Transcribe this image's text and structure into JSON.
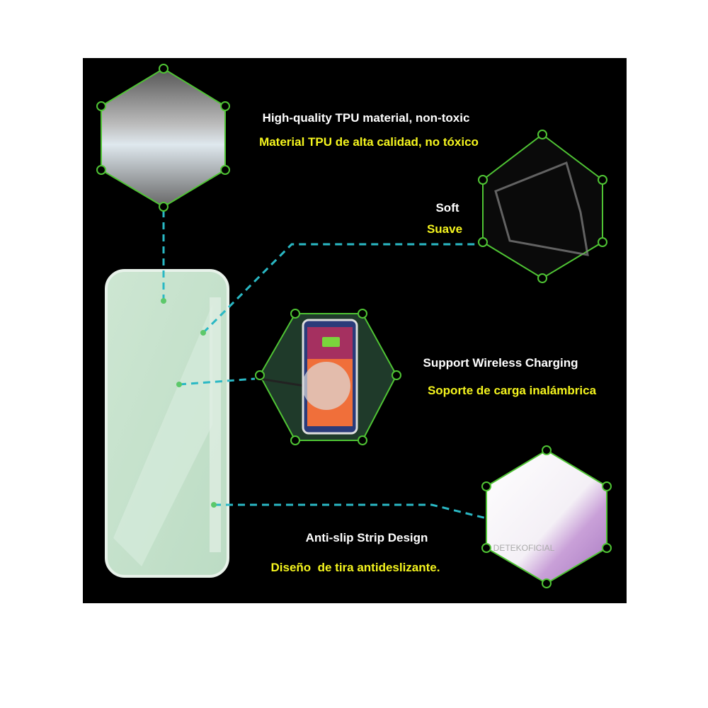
{
  "features": [
    {
      "en": "High-quality TPU material, non-toxic",
      "es": "Material TPU de alta calidad, no tóxico"
    },
    {
      "en": "Soft",
      "es": "Suave"
    },
    {
      "en": "Support Wireless Charging",
      "es": "Soporte de carga inalámbrica"
    },
    {
      "en": "Anti-slip Strip Design",
      "es": "Diseño  de tira antideslizante."
    }
  ],
  "watermark": "DETEKOFICIAL",
  "colors": {
    "background": "#000000",
    "english_text": "#ffffff",
    "spanish_text": "#f5f51e",
    "hex_outline": "#4fc434",
    "connector": "#2ab8c4",
    "case_fill": "#cfe8d4"
  }
}
